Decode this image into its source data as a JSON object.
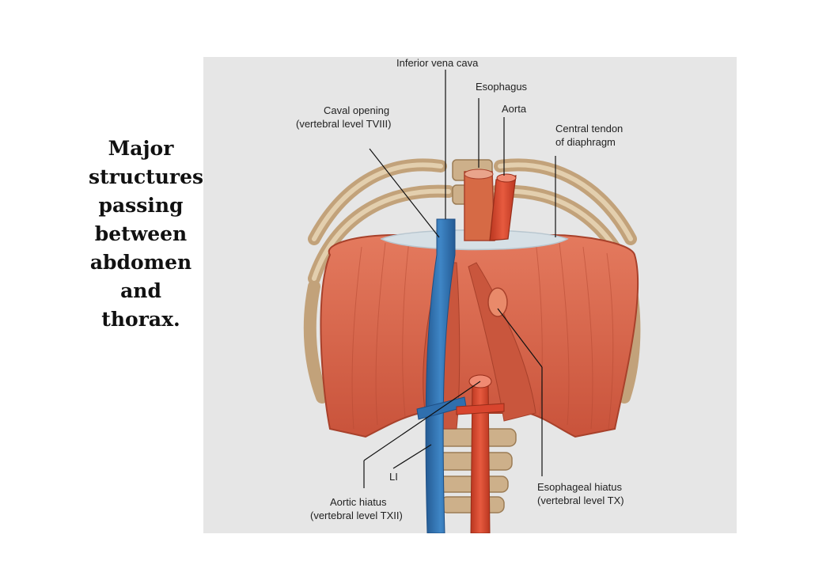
{
  "slide": {
    "caption": "Major\nstructures\npassing\nbetween\nabdomen\nand\nthorax."
  },
  "figure": {
    "labels": {
      "inferior_vena_cava": "Inferior vena cava",
      "esophagus": "Esophagus",
      "aorta": "Aorta",
      "caval_opening_1": "Caval opening",
      "caval_opening_2": "(vertebral level TVIII)",
      "central_tendon_1": "Central tendon",
      "central_tendon_2": "of diaphragm",
      "l1": "LI",
      "aortic_hiatus_1": "Aortic hiatus",
      "aortic_hiatus_2": "(vertebral level TXII)",
      "esophageal_hiatus_1": "Esophageal hiatus",
      "esophageal_hiatus_2": "(vertebral level TX)"
    },
    "colors": {
      "background": "#e6e6e6",
      "muscle": "#d9644a",
      "muscle_dark": "#b84a33",
      "tendon": "#d6e0e6",
      "vein": "#2f6fae",
      "artery": "#d8452e",
      "bone": "#c9ad86",
      "esophagus": "#d66a45"
    }
  }
}
